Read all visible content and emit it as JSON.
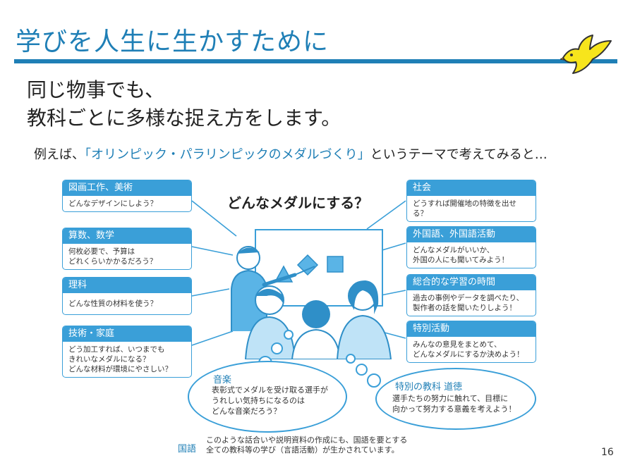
{
  "title": "学びを人生に生かすために",
  "lead": {
    "line1": "同じ物事でも、",
    "line2": "教科ごとに多様な捉え方をします。"
  },
  "example": {
    "prefix": "例えば、",
    "highlight": "「オリンピック・パラリンピックのメダルづくり」",
    "suffix": "というテーマで考えてみると…"
  },
  "center_question": "どんなメダルにする？",
  "left_boxes": [
    {
      "title": "図画工作、美術",
      "lines": [
        "どんなデザインにしよう？"
      ]
    },
    {
      "title": "算数、数学",
      "lines": [
        "何枚必要で、予算は",
        "どれくらいかかるだろう？"
      ]
    },
    {
      "title": "理科",
      "lines": [
        "どんな性質の材料を使う？"
      ]
    },
    {
      "title": "技術・家庭",
      "lines": [
        "どう加工すれば、いつまでも",
        "きれいなメダルになる？",
        "どんな材料が環境にやさしい？"
      ]
    }
  ],
  "right_boxes": [
    {
      "title": "社会",
      "lines": [
        "どうすれば開催地の特徴を出せる？"
      ]
    },
    {
      "title": "外国語、外国語活動",
      "lines": [
        "どんなメダルがいいか、",
        "外国の人にも聞いてみよう！"
      ]
    },
    {
      "title": "総合的な学習の時間",
      "lines": [
        "過去の事例やデータを調べたり、",
        "製作者の話を聞いたりしよう！"
      ]
    },
    {
      "title": "特別活動",
      "lines": [
        "みんなの意見をまとめて、",
        "どんなメダルにするか決めよう！"
      ]
    }
  ],
  "bubbles": {
    "music": {
      "title": "音楽",
      "lines": [
        "表彰式でメダルを受け取る選手が",
        "うれしい気持ちになるのは",
        "どんな音楽だろう？"
      ]
    },
    "moral": {
      "title": "特別の教科 道徳",
      "lines": [
        "選手たちの努力に触れて、目標に",
        "向かって努力する意義を考えよう！"
      ]
    }
  },
  "footer": {
    "label": "国語",
    "line1": "このような話合いや説明資料の作成にも、国語を要とする",
    "line2": "全ての教科等の学び（言語活動）が生かされています。"
  },
  "page_number": "16",
  "colors": {
    "accent": "#1f7fb6",
    "box": "#3a9fd8",
    "bird": "#f7e51c"
  }
}
